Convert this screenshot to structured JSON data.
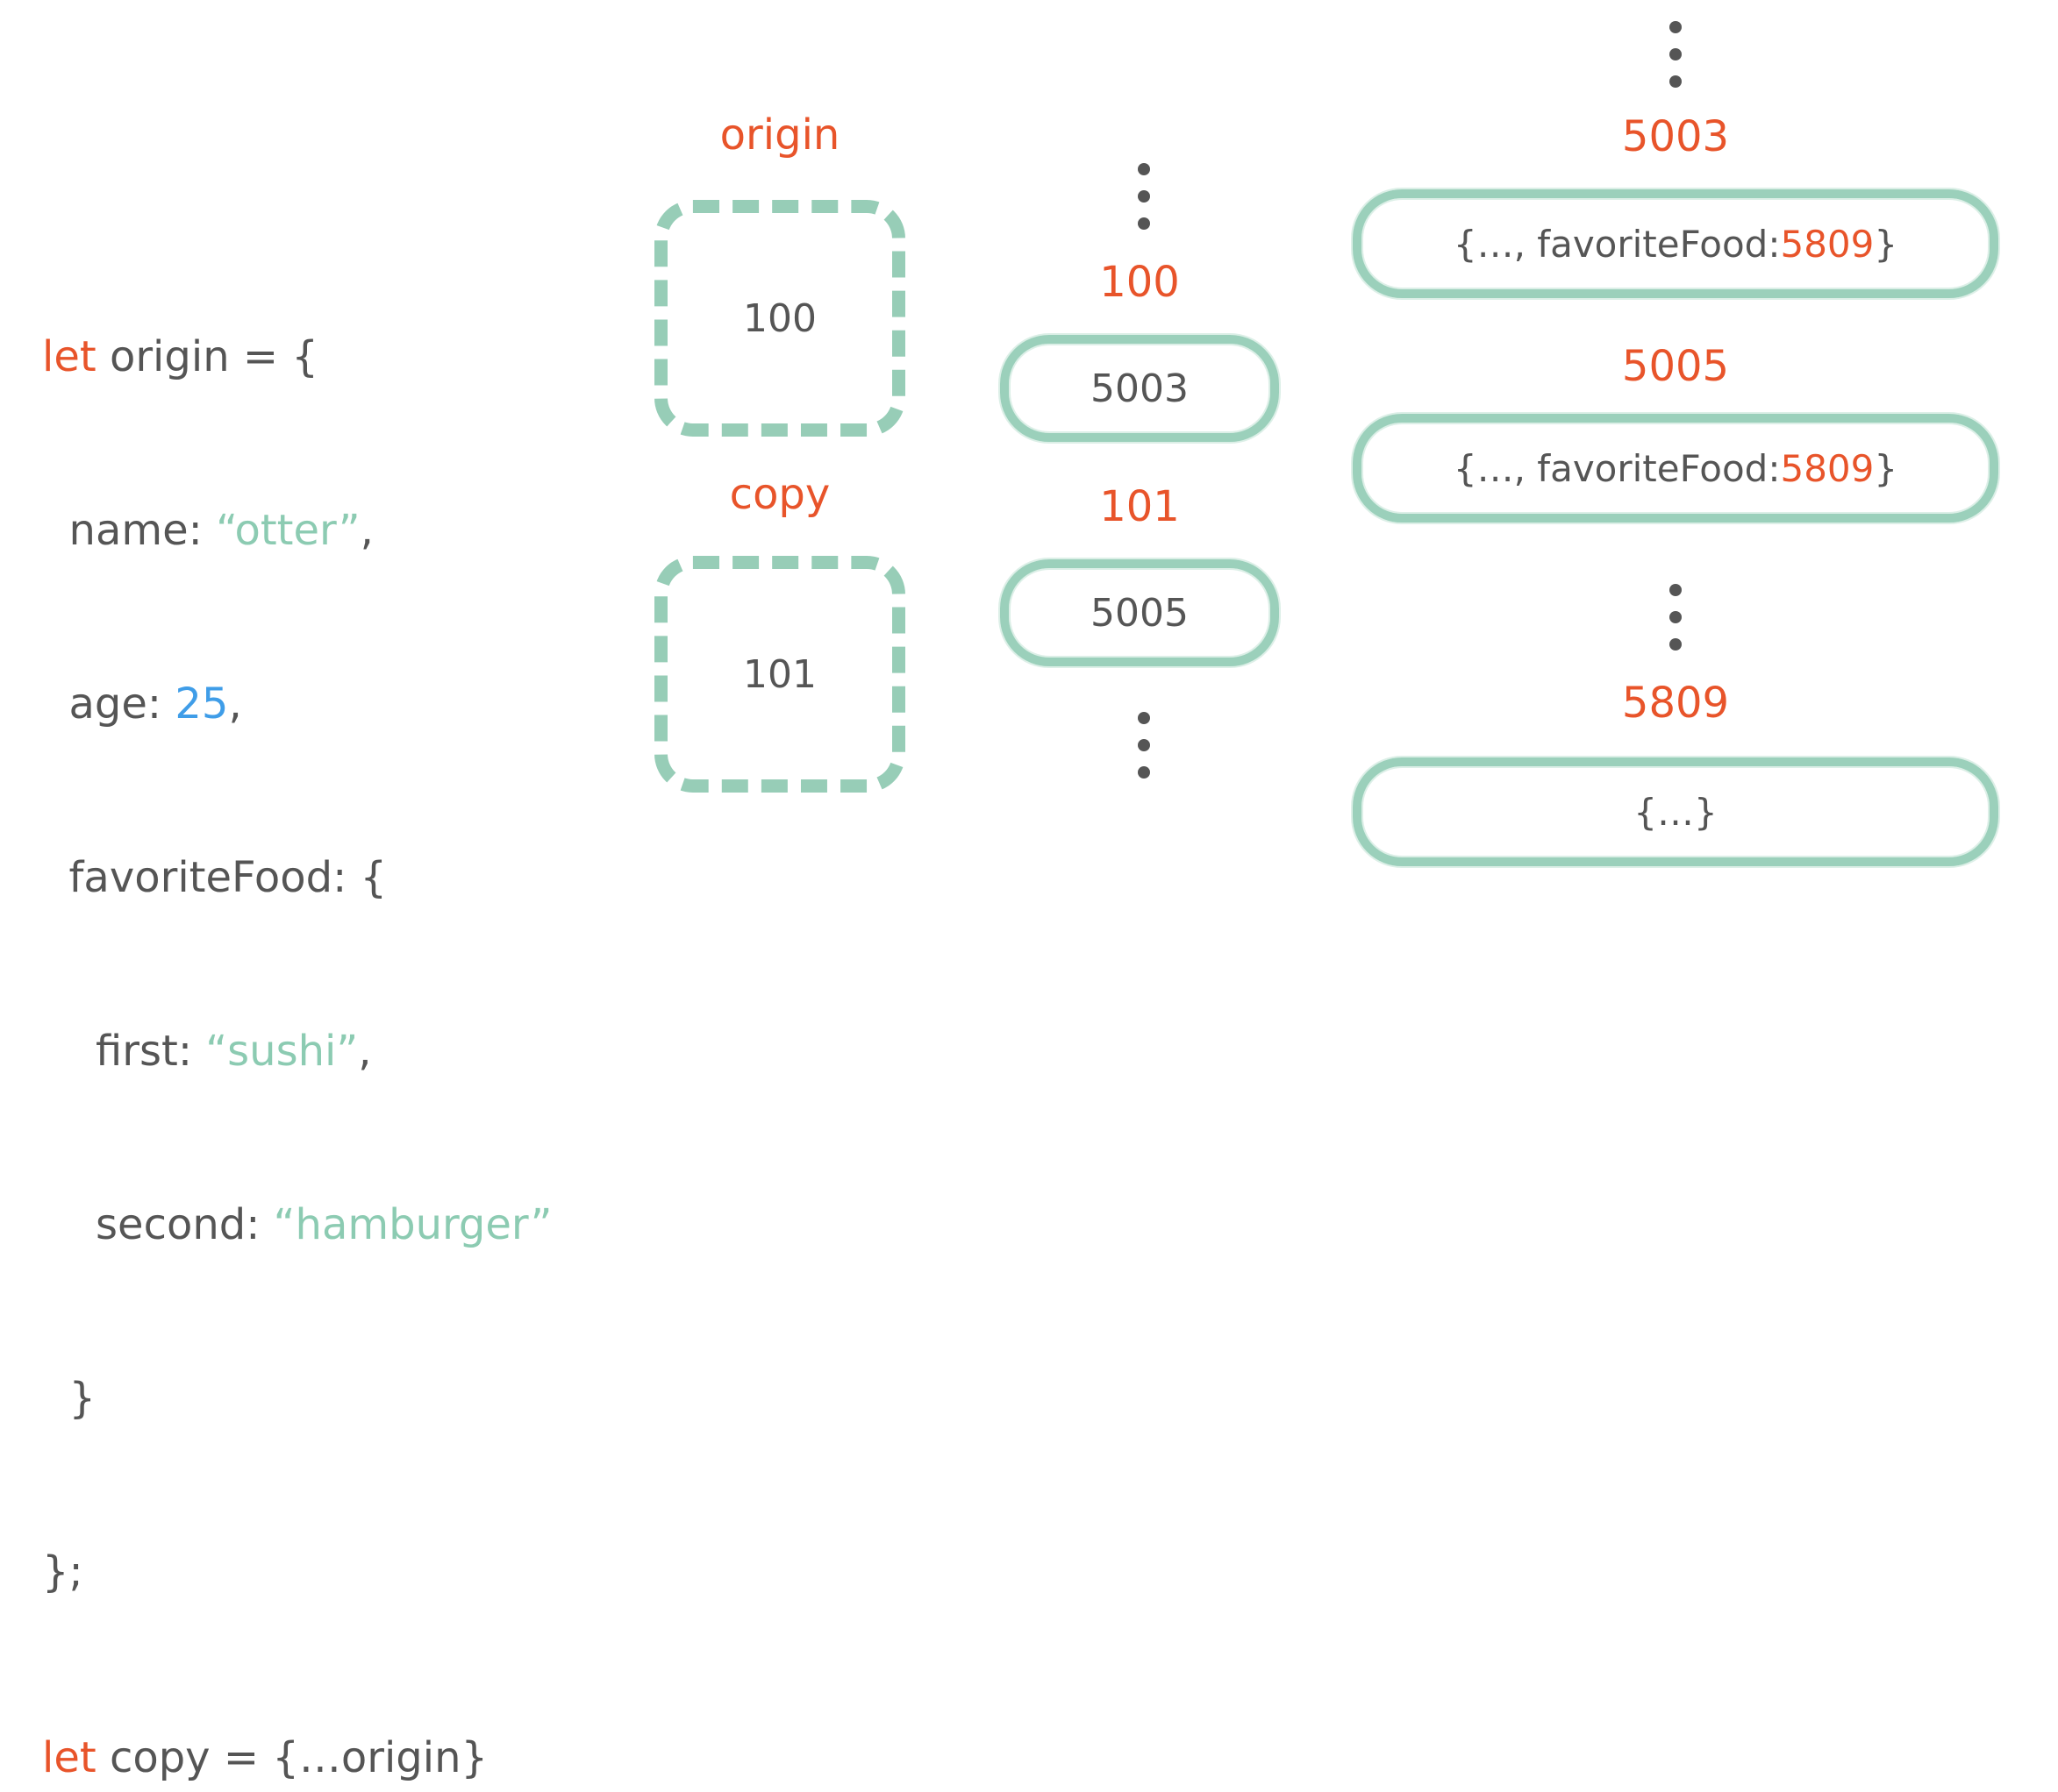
{
  "code": {
    "line1_kw": "let",
    "line1_rest": " origin = {",
    "line2_key": "  name: ",
    "line2_val": "“otter”",
    "line2_end": ",",
    "line3_key": "  age: ",
    "line3_val": "25",
    "line3_end": ",",
    "line4": "  favoriteFood: {",
    "line5_key": "    first: ",
    "line5_val": "“sushi”",
    "line5_end": ",",
    "line6_key": "    second: ",
    "line6_val": "“hamburger”",
    "line7": "  }",
    "line8": "};",
    "line9_kw": "let",
    "line9_rest": " copy = {…origin}"
  },
  "variables": [
    {
      "name": "origin",
      "value": "100"
    },
    {
      "name": "copy",
      "value": "101"
    }
  ],
  "stack": [
    {
      "address": "100",
      "value": "5003"
    },
    {
      "address": "101",
      "value": "5005"
    }
  ],
  "heap": [
    {
      "address": "5003",
      "prefix": "{…, favoriteFood: ",
      "ref": "5809",
      "suffix": "}"
    },
    {
      "address": "5005",
      "prefix": "{…, favoriteFood: ",
      "ref": "5809",
      "suffix": "}"
    },
    {
      "address": "5809",
      "content": "{…}"
    }
  ],
  "colors": {
    "keyword": "#e8542a",
    "string": "#8ccbb2",
    "number": "#3f9de8",
    "box_border": "#97cdb7",
    "text": "#555555"
  }
}
